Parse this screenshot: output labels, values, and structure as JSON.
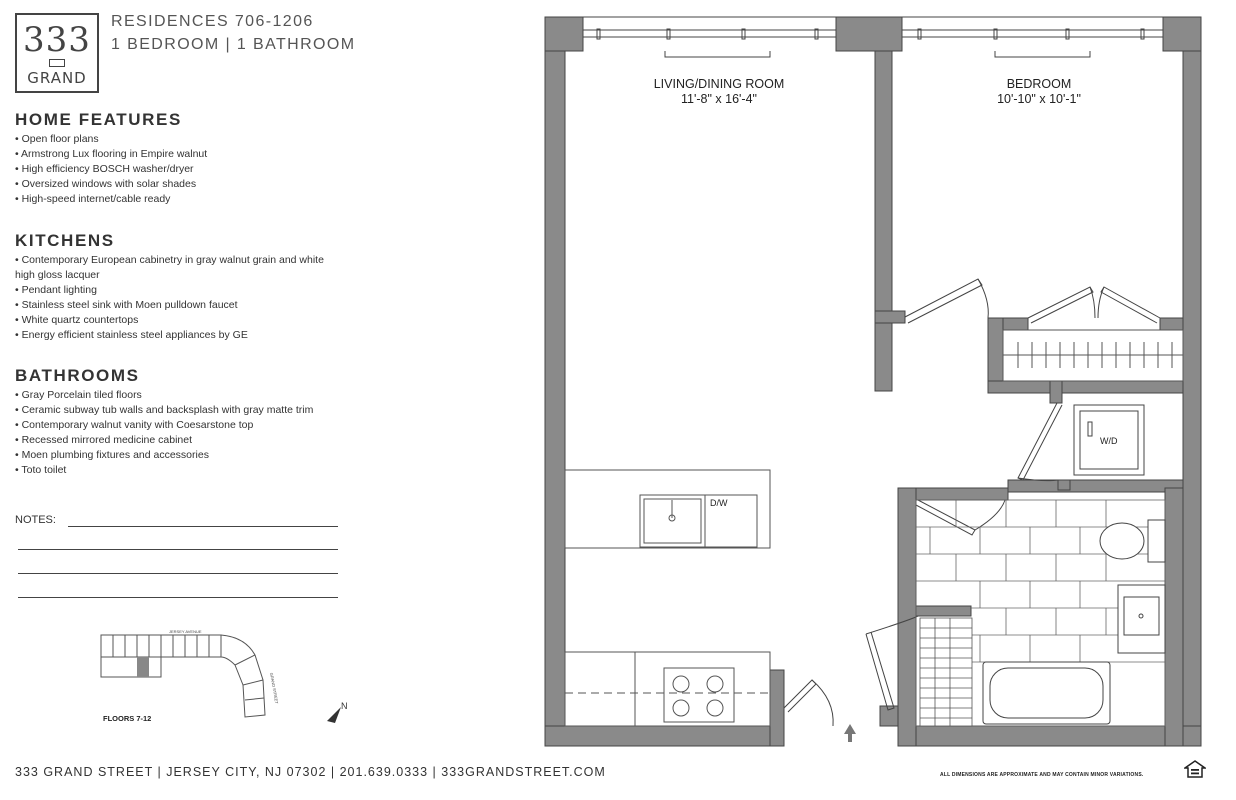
{
  "header": {
    "logo_number": "333",
    "logo_word": "GRAND",
    "residences": "RESIDENCES 706-1206",
    "unit_type": "1 BEDROOM | 1 BATHROOM"
  },
  "home_features": {
    "heading": "HOME FEATURES",
    "items": [
      "Open floor plans",
      "Armstrong Lux flooring in Empire walnut",
      "High efficiency BOSCH washer/dryer",
      "Oversized windows with solar shades",
      "High-speed internet/cable ready"
    ]
  },
  "kitchens": {
    "heading": "KITCHENS",
    "items": [
      "Contemporary European cabinetry in gray walnut grain and white high gloss lacquer",
      "Pendant lighting",
      "Stainless steel sink with Moen pulldown faucet",
      "White quartz countertops",
      "Energy efficient stainless steel appliances by GE"
    ]
  },
  "bathrooms": {
    "heading": "BATHROOMS",
    "items": [
      "Gray Porcelain tiled floors",
      "Ceramic subway tub walls and backsplash with gray matte trim",
      "Contemporary walnut vanity with Coesarstone top",
      "Recessed mirrored medicine cabinet",
      "Moen plumbing fixtures and accessories",
      "Toto toilet"
    ]
  },
  "notes_label": "NOTES:",
  "keyplan": {
    "floors_label": "FLOORS 7-12",
    "street_top": "JERSEY AVENUE",
    "street_right": "GRAND STREET",
    "north_label": "N"
  },
  "floorplan": {
    "living_name": "LIVING/DINING ROOM",
    "living_dims": "11'-8\" x 16'-4\"",
    "bedroom_name": "BEDROOM",
    "bedroom_dims": "10'-10\" x 10'-1\"",
    "dw_label": "D/W",
    "wd_label": "W/D"
  },
  "footer": {
    "address": "333 GRAND STREET  |  JERSEY CITY, NJ 07302  |  201.639.0333  |  333GRANDSTREET.COM",
    "disclaimer": "ALL DIMENSIONS ARE APPROXIMATE AND MAY CONTAIN MINOR VARIATIONS."
  },
  "colors": {
    "wall": "#8a8a8a",
    "text": "#333333"
  },
  "icons": [
    "equal-housing-icon",
    "north-arrow-icon",
    "entry-arrow-icon"
  ]
}
